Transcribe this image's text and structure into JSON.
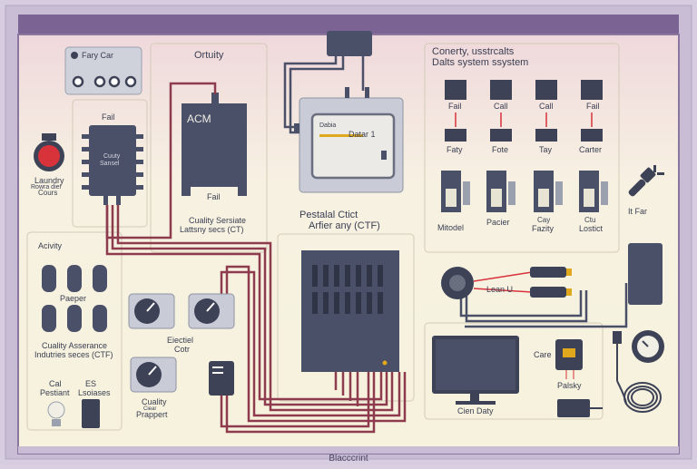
{
  "labels": {
    "top_left_device": "Fary Car",
    "outline_top": "Ortuity",
    "fail_top": "Fail",
    "acm": "ACM",
    "fail_mid": "Fail",
    "quality_service": "Cuality Sersiate",
    "quality_service_2": "Lattsny secs (CT)",
    "laundry": "Laundry",
    "laundry_2": "Rowra dier",
    "laundry_3": "Cours",
    "chip_label": "Cuuty",
    "chip_label_2": "Sansel",
    "monitor_label": "Datar 1",
    "monitor_small": "Dabia",
    "right_title_1": "Conerty, usstrcalts",
    "right_title_2": "Dalts system ssystem",
    "right_row1": [
      "Fail",
      "Call",
      "Call",
      "Fail"
    ],
    "right_row2": [
      "Faty",
      "Fote",
      "Tay",
      "Carter"
    ],
    "right_row3_top": [
      "",
      "",
      "Cay",
      "Ctu"
    ],
    "right_row3": [
      "Mitodel",
      "Pacier",
      "Fazity",
      "Lostict"
    ],
    "plug_label": "It Far",
    "activity": "Acivity",
    "pepper": "Paeper",
    "center_title_1": "Pestalal Ctict",
    "center_title_2": "Arfier any (CTF)",
    "quality_assurance": "Cuality Asserance",
    "quality_assurance_2": "Indutries seces (CTF)",
    "electrical": "Eiectiel",
    "electrical_2": "Cotr",
    "cal": "Cal",
    "es": "ES",
    "posttain": "Pestiant",
    "losses": "Lsoiases",
    "quality_support": "Cuality",
    "quality_support_2": "Prappert",
    "small_device": "Ciear",
    "cable_label": "Lean U",
    "care": "Care",
    "palsky": "Palsky",
    "screen_label": "Cien Daty",
    "footer": "Blacccrint"
  },
  "colors": {
    "wire": "#8e3b4e",
    "device": "#4a5068",
    "accent_red": "#d8323a",
    "accent_yellow": "#e0a81c",
    "panel_bg": "#f5f1dc",
    "frame": "#8a77a0"
  },
  "icons": [
    "plug-icon",
    "bulb-icon",
    "clock-icon",
    "cable-icon",
    "switch-icon"
  ]
}
